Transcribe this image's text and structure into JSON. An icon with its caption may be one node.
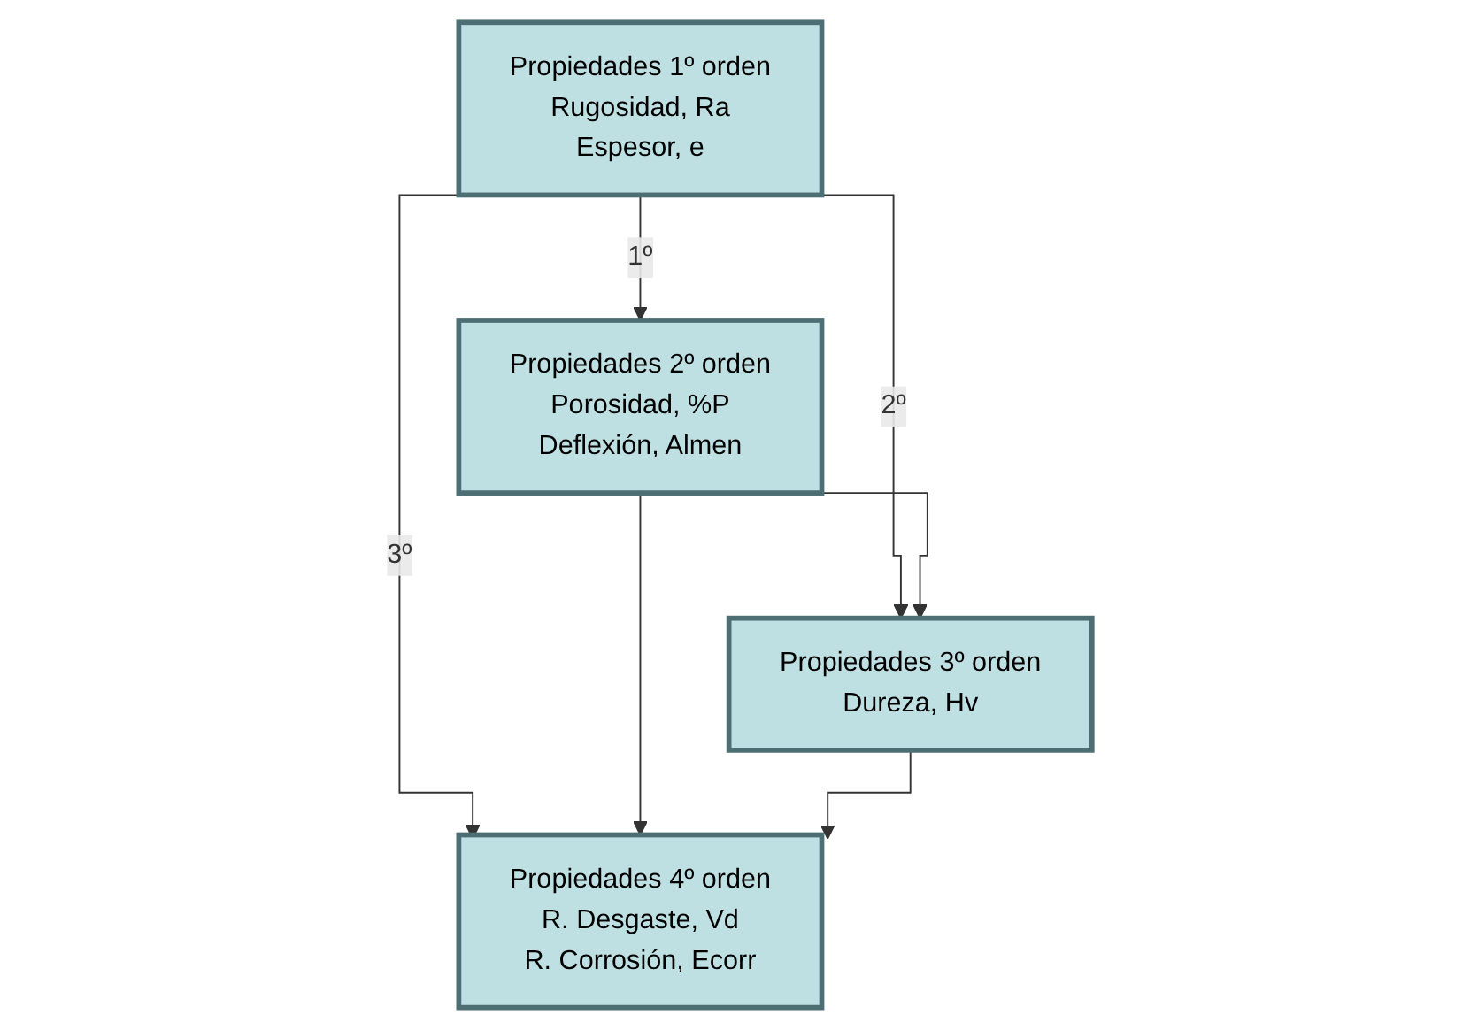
{
  "diagram": {
    "nodes": [
      {
        "text": [
          "Propiedades 1º orden",
          "Rugosidad, Ra",
          "Espesor, e"
        ]
      },
      {
        "text": [
          "Propiedades 2º orden",
          "Porosidad, %P",
          "Deflexión, Almen"
        ]
      },
      {
        "text": [
          "Propiedades 3º orden",
          "Dureza, Hv"
        ]
      },
      {
        "text": [
          "Propiedades 4º orden",
          "R. Desgaste, Vd",
          "R. Corrosión, Ecorr"
        ]
      }
    ],
    "edges": [
      {
        "from": 0,
        "to": 1,
        "arrow": "to",
        "label": "1º"
      },
      {
        "from": 0,
        "to": 2,
        "arrow": "to",
        "label": "2º"
      },
      {
        "from": 0,
        "to": 3,
        "arrow": "to",
        "label": "3º"
      },
      {
        "from": 1,
        "to": 2,
        "arrow": "to"
      },
      {
        "from": 1,
        "to": 3,
        "arrow": "to"
      },
      {
        "from": 2,
        "to": 3,
        "arrow": "to"
      }
    ]
  }
}
